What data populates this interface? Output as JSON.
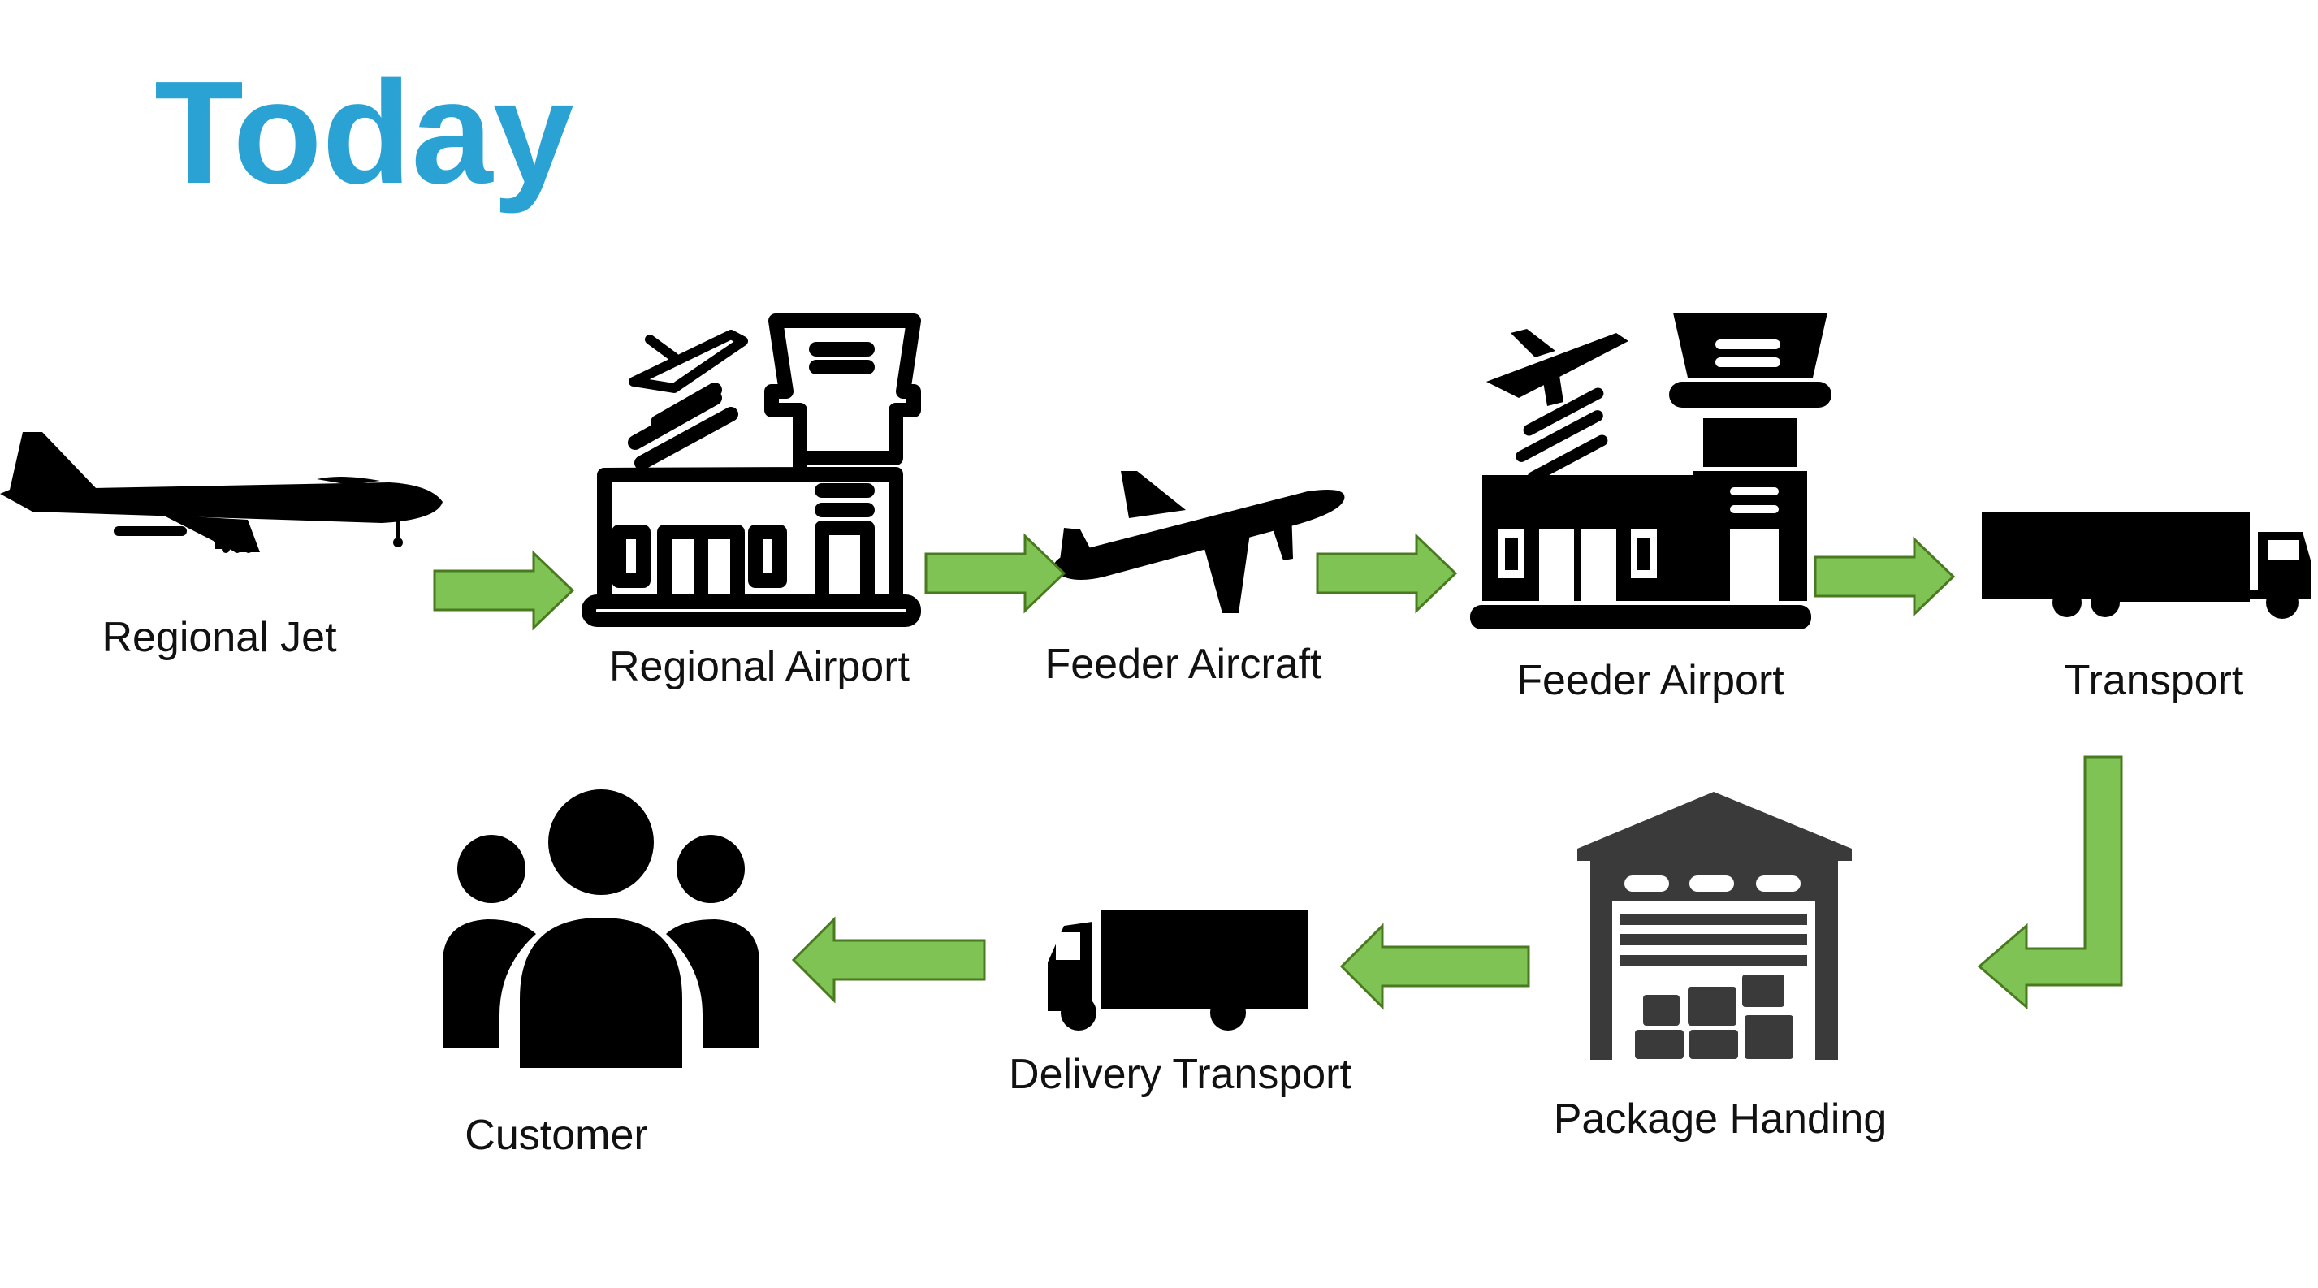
{
  "title": "Today",
  "colors": {
    "title": "#2aa2d4",
    "arrow": "#7fc355",
    "icon": "#000000",
    "warehouse": "#3a3a3a"
  },
  "nodes": [
    {
      "id": "regional-jet",
      "label": "Regional Jet",
      "icon": "jumbo-jet-icon"
    },
    {
      "id": "regional-airport",
      "label": "Regional Airport",
      "icon": "airport-outline-icon"
    },
    {
      "id": "feeder-aircraft",
      "label": "Feeder Aircraft",
      "icon": "airplane-icon"
    },
    {
      "id": "feeder-airport",
      "label": "Feeder Airport",
      "icon": "airport-solid-icon"
    },
    {
      "id": "transport",
      "label": "Transport",
      "icon": "semi-truck-icon"
    },
    {
      "id": "package-handing",
      "label": "Package Handing",
      "icon": "warehouse-icon"
    },
    {
      "id": "delivery-transport",
      "label": "Delivery Transport",
      "icon": "delivery-truck-icon"
    },
    {
      "id": "customer",
      "label": "Customer",
      "icon": "people-icon"
    }
  ]
}
